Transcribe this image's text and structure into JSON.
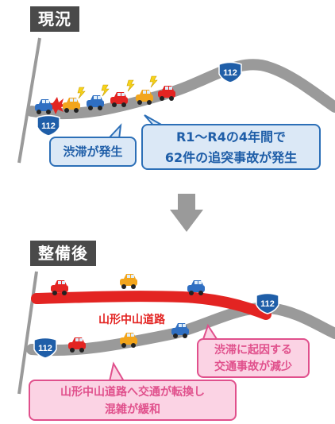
{
  "before": {
    "label": "現況",
    "callout_congestion": "渋滞が発生",
    "callout_accidents_line1": "R1～R4の4年間で",
    "callout_accidents_line2": "62件の追突事故が発生",
    "route_number": "112"
  },
  "after": {
    "label": "整備後",
    "new_road_name": "山形中山道路",
    "callout_reduction_line1": "渋滞に起因する",
    "callout_reduction_line2": "交通事故が減少",
    "callout_shift_line1": "山形中山道路へ交通が転換し",
    "callout_shift_line2": "混雑が緩和",
    "route_number": "112"
  },
  "colors": {
    "road": "#9a9a9a",
    "new_road": "#e32422",
    "callout_blue": "#2c6fb7",
    "callout_pink": "#e0508c",
    "label_bg": "#4a4a4a",
    "arrow": "#9a9a9a"
  }
}
